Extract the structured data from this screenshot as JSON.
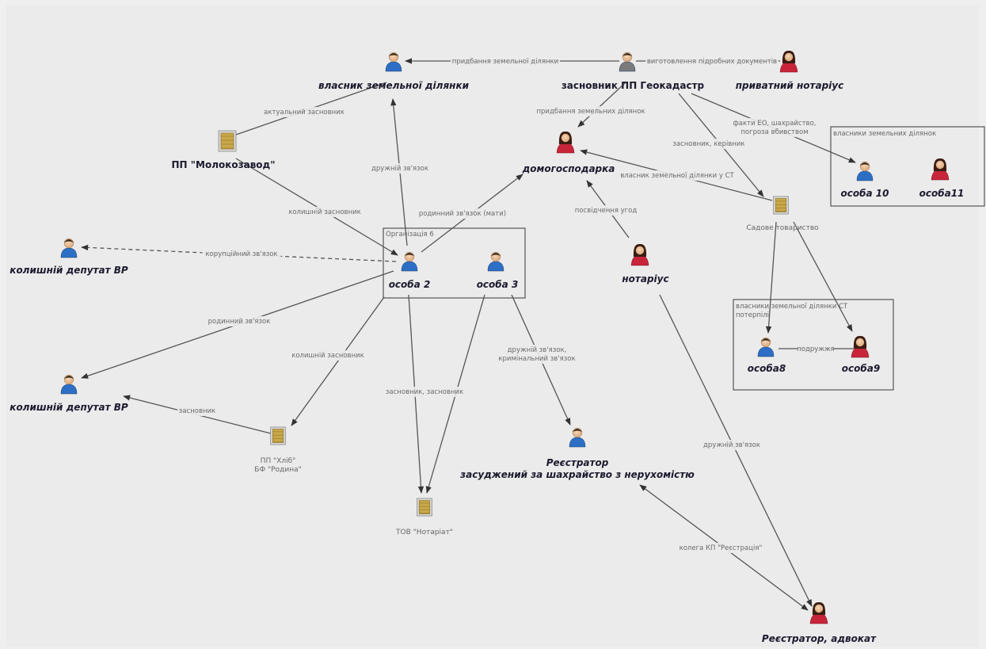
{
  "nodes": {
    "vlasnyk": {
      "label": "власник земельної ділянки",
      "kind": "male"
    },
    "zasnovnyk": {
      "label": "засновник ПП Геокадастр",
      "kind": "person-gray",
      "plain": true
    },
    "notarius_pryvatnyi": {
      "label": "приватний нотаріус",
      "kind": "female"
    },
    "molokozavod": {
      "label": "ПП \"Молокозавод\"",
      "kind": "building",
      "plain": true
    },
    "domohospodarka": {
      "label": "домогосподарка",
      "kind": "female"
    },
    "osoba10": {
      "label": "особа 10",
      "kind": "male"
    },
    "osoba11": {
      "label": "особа11",
      "kind": "female"
    },
    "sadove": {
      "label": "Садове товариство",
      "kind": "building",
      "small": true
    },
    "deputat1": {
      "label": "колишній депутат ВР",
      "kind": "male"
    },
    "osoba2": {
      "label": "особа 2",
      "kind": "male"
    },
    "osoba3": {
      "label": "особа 3",
      "kind": "male"
    },
    "notarius": {
      "label": "нотаріус",
      "kind": "female"
    },
    "osoba8": {
      "label": "особа8",
      "kind": "male"
    },
    "osoba9": {
      "label": "особа9",
      "kind": "female"
    },
    "deputat2": {
      "label": "колишній депутат ВР",
      "kind": "male"
    },
    "pp_khlib": {
      "label": "ПП \"Хліб\"",
      "label2": "БФ \"Родина\"",
      "kind": "building",
      "small": true
    },
    "reiestrator": {
      "label": "Реєстратор",
      "label2": "засуджений за шахрайство з нерухомістю",
      "kind": "male"
    },
    "tov": {
      "label": "ТОВ \"Нотаріат\"",
      "kind": "building",
      "small": true
    },
    "reiestrator_advokat": {
      "label": "Реєстратор, адвокат",
      "kind": "female"
    }
  },
  "groups": [
    {
      "id": "org",
      "label": "Організація 6"
    },
    {
      "id": "vlasnyky10",
      "label": "власники земельних ділянок"
    },
    {
      "id": "poterpili",
      "label": "власники земельної ділянки СТ",
      "label2": "потерпілі"
    }
  ],
  "edges": [
    {
      "id": "e1",
      "label": "придбання земельної ділянки"
    },
    {
      "id": "e2",
      "label": "виготовлення підробних документів"
    },
    {
      "id": "e3",
      "label": "актуальний засновник"
    },
    {
      "id": "e4",
      "label": "придбання земельних ділянок"
    },
    {
      "id": "e5",
      "label": "факти ЕО, шахрайство,",
      "label2": "погроза вбивством"
    },
    {
      "id": "e6",
      "label": "дружній зв'язок"
    },
    {
      "id": "e7",
      "label": "засновник, керівник"
    },
    {
      "id": "e8",
      "label": "власник земельної ділянки у СТ"
    },
    {
      "id": "e9",
      "label": "колишній засновник"
    },
    {
      "id": "e10",
      "label": "родинний зв'язок (мати)"
    },
    {
      "id": "e11",
      "label": "посвідчення угод"
    },
    {
      "id": "e12",
      "label": "корупційний зв'язок"
    },
    {
      "id": "e13",
      "label": "родинний зв'язок"
    },
    {
      "id": "e14",
      "label": "колишній засновник"
    },
    {
      "id": "e15",
      "label": "засновник, засновник"
    },
    {
      "id": "e16",
      "label": "дружній зв'язок,",
      "label2": "кримінальний зв'язок"
    },
    {
      "id": "e17",
      "label": "подружжя"
    },
    {
      "id": "e18",
      "label": "засновник"
    },
    {
      "id": "e19",
      "label": "дружній зв'язок"
    },
    {
      "id": "e20",
      "label": "колега КП \"Реєстрація\""
    }
  ],
  "colors": {
    "male": "#2d6fc4",
    "female": "#c8253a",
    "building": "#c9a84a",
    "edge": "#555555"
  }
}
